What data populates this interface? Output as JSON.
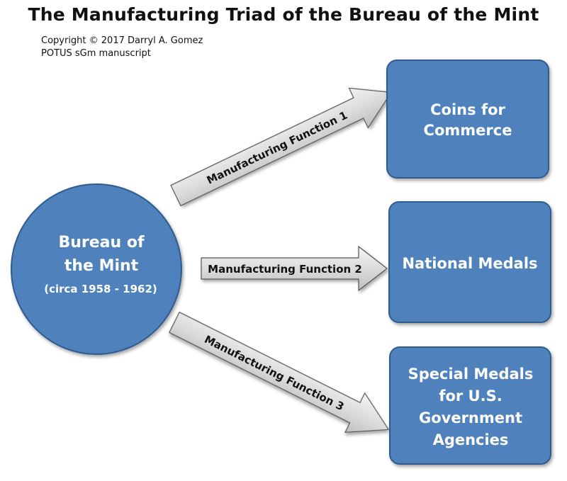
{
  "title": "The Manufacturing Triad of the Bureau of the Mint",
  "credits": {
    "copyright": "Copyright © 2017 Darryl A. Gomez",
    "manuscript": "POTUS sGm manuscript"
  },
  "source": {
    "line1": "Bureau of",
    "line2": "the Mint",
    "line3": "(circa 1958 - 1962)"
  },
  "arrows": {
    "function1": "Manufacturing Function 1",
    "function2": "Manufacturing Function 2",
    "function3": "Manufacturing Function 3"
  },
  "targets": {
    "coins": {
      "line1": "Coins for",
      "line2": "Commerce"
    },
    "national": {
      "line1": "National Medals"
    },
    "special": {
      "line1": "Special Medals",
      "line2": "for U.S.",
      "line3": "Government",
      "line4": "Agencies"
    }
  },
  "colors": {
    "node_fill": "#4f81bd",
    "node_stroke": "#2e5b8e",
    "arrow_fill": "#dcdcdc",
    "arrow_stroke": "#555555",
    "node_text": "#ffffff"
  }
}
